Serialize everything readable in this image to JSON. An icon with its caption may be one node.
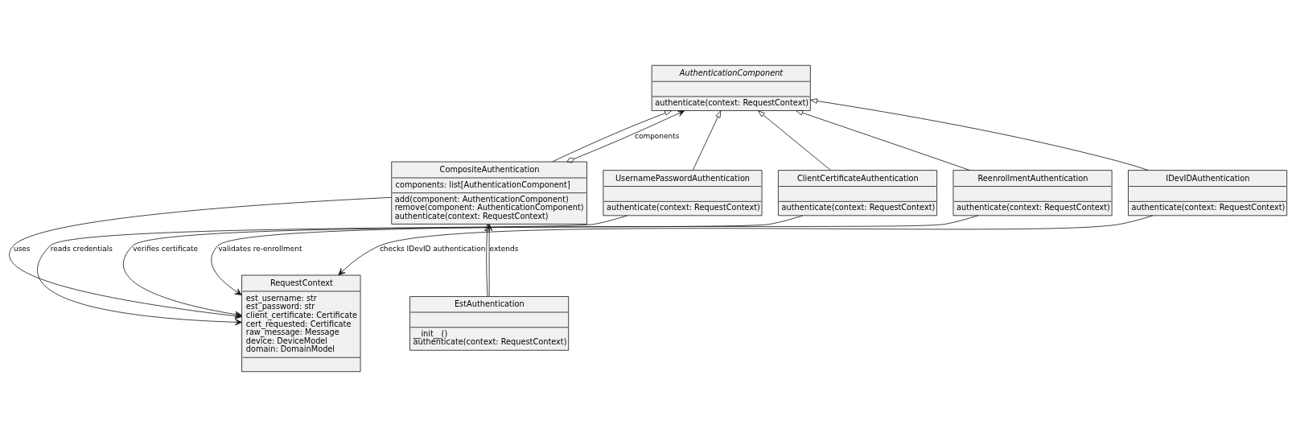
{
  "diagram": {
    "nodes": [
      {
        "text": [
          "AuthenticationComponent",
          "authenticate(context: RequestContext)"
        ]
      },
      {
        "text": [
          "CompositeAuthentication",
          "components: list[AuthenticationComponent]",
          "add(component: AuthenticationComponent)",
          "remove(component: AuthenticationComponent)",
          "authenticate(context: RequestContext)"
        ]
      },
      {
        "text": [
          "UsernamePasswordAuthentication",
          "authenticate(context: RequestContext)"
        ]
      },
      {
        "text": [
          "ClientCertificateAuthentication",
          "authenticate(context: RequestContext)"
        ]
      },
      {
        "text": [
          "ReenrollmentAuthentication",
          "authenticate(context: RequestContext)"
        ]
      },
      {
        "text": [
          "IDevIDAuthentication",
          "authenticate(context: RequestContext)"
        ]
      },
      {
        "text": [
          "EstAuthentication",
          "__init__()",
          "authenticate(context: RequestContext)"
        ]
      },
      {
        "text": [
          "RequestContext",
          "est_username: str",
          "est_password: str",
          "client_certificate: Certificate",
          "cert_requested: Certificate",
          "raw_message: Message",
          "device: DeviceModel",
          "domain: DomainModel"
        ]
      }
    ],
    "edges": [
      {
        "from": 1,
        "to": 0,
        "arrow": "to"
      },
      {
        "from": 1,
        "to": 0,
        "arrow": "to",
        "label": "components"
      },
      {
        "from": 2,
        "to": 0,
        "arrow": "to"
      },
      {
        "from": 3,
        "to": 0,
        "arrow": "to"
      },
      {
        "from": 4,
        "to": 0,
        "arrow": "to"
      },
      {
        "from": 5,
        "to": 0,
        "arrow": "to"
      },
      {
        "from": 6,
        "to": 1,
        "arrow": "to"
      },
      {
        "from": 6,
        "to": 1,
        "arrow": "to",
        "label": "extends"
      },
      {
        "from": 1,
        "to": 7,
        "arrow": "to",
        "label": "uses"
      },
      {
        "from": 2,
        "to": 7,
        "arrow": "to",
        "label": "reads credentials"
      },
      {
        "from": 3,
        "to": 7,
        "arrow": "to",
        "label": "verifies certificate"
      },
      {
        "from": 4,
        "to": 7,
        "arrow": "to",
        "label": "validates re-enrollment"
      },
      {
        "from": 5,
        "to": 7,
        "arrow": "to",
        "label": "checks IDevID authentication"
      }
    ]
  }
}
